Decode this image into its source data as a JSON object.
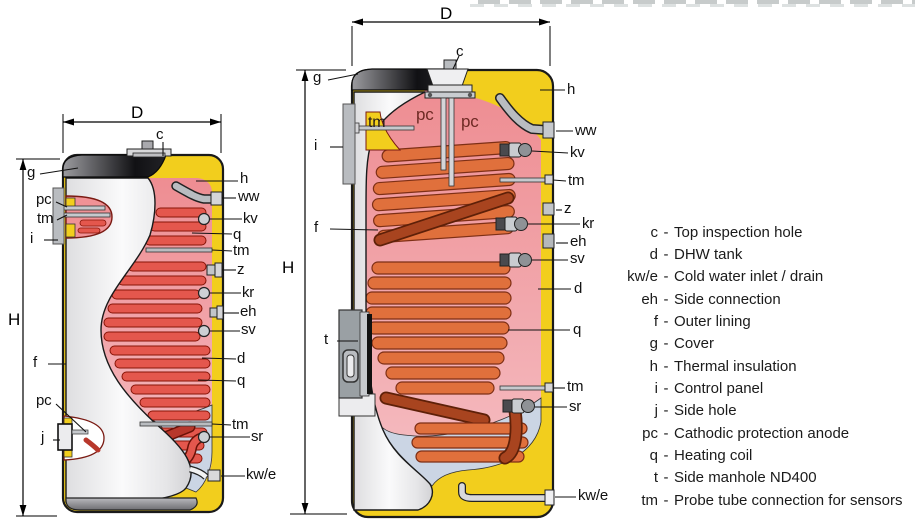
{
  "figure": {
    "type": "technical cross-section diagram",
    "subject": "Two DHW storage tank cross-sections with part callouts and legend"
  },
  "labels": {
    "D": "D",
    "H": "H",
    "c": "c",
    "g": "g",
    "pc": "pc",
    "tm": "tm",
    "i": "i",
    "f": "f",
    "j": "j",
    "h": "h",
    "ww": "ww",
    "kv": "kv",
    "q": "q",
    "z": "z",
    "kr": "kr",
    "eh": "eh",
    "sv": "sv",
    "d": "d",
    "sr": "sr",
    "kwe": "kw/e",
    "t": "t"
  },
  "legend": {
    "separator": "-",
    "items": [
      {
        "key": "c",
        "desc": "Top inspection hole"
      },
      {
        "key": "d",
        "desc": "DHW tank"
      },
      {
        "key": "kw/e",
        "desc": "Cold water inlet / drain"
      },
      {
        "key": "eh",
        "desc": "Side connection"
      },
      {
        "key": "f",
        "desc": "Outer lining"
      },
      {
        "key": "g",
        "desc": "Cover"
      },
      {
        "key": "h",
        "desc": "Thermal insulation"
      },
      {
        "key": "i",
        "desc": "Control panel"
      },
      {
        "key": "j",
        "desc": "Side hole"
      },
      {
        "key": "pc",
        "desc": "Cathodic protection anode"
      },
      {
        "key": "q",
        "desc": "Heating coil"
      },
      {
        "key": "t",
        "desc": "Side manhole ND400"
      },
      {
        "key": "tm",
        "desc": "Probe tube connection for sensors"
      }
    ]
  },
  "colors": {
    "insulation_yellow": "#F2CE1D",
    "interior_pink": "#EE8D92",
    "interior_pink_light": "#F5BEC3",
    "coil_red": "#E4574D",
    "coil_red_dark": "#B8372B",
    "coil_orange": "#E0703C",
    "coil_orange_dark": "#A8441F",
    "bottom_water_blue": "#CBD5E4",
    "lining_gray": "#EDEDEF",
    "cover_dark": "#111114",
    "fitting_gray": "#C6C9CD",
    "outline": "#1A1A1A"
  }
}
